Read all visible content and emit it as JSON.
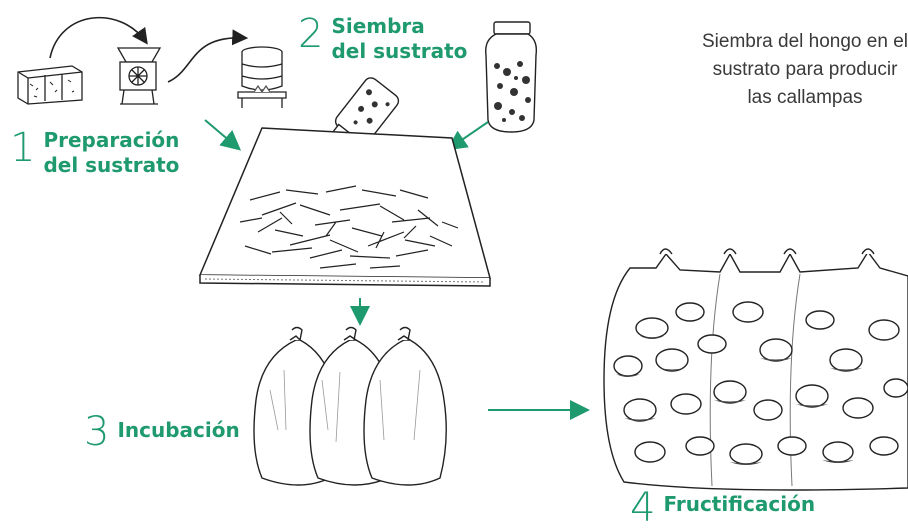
{
  "description": {
    "lines": [
      "Siembra del hongo en el",
      "sustrato para producir",
      "las callampas"
    ]
  },
  "steps": [
    {
      "number": "1",
      "lines": [
        "Preparación",
        "del sustrato"
      ]
    },
    {
      "number": "2",
      "lines": [
        "Siembra",
        "del sustrato"
      ]
    },
    {
      "number": "3",
      "lines": [
        "Incubación"
      ]
    },
    {
      "number": "4",
      "lines": [
        "Fructificación"
      ]
    }
  ],
  "colors": {
    "accent": "#1f9a6e",
    "ink": "#222222",
    "text": "#3a3a3a"
  }
}
